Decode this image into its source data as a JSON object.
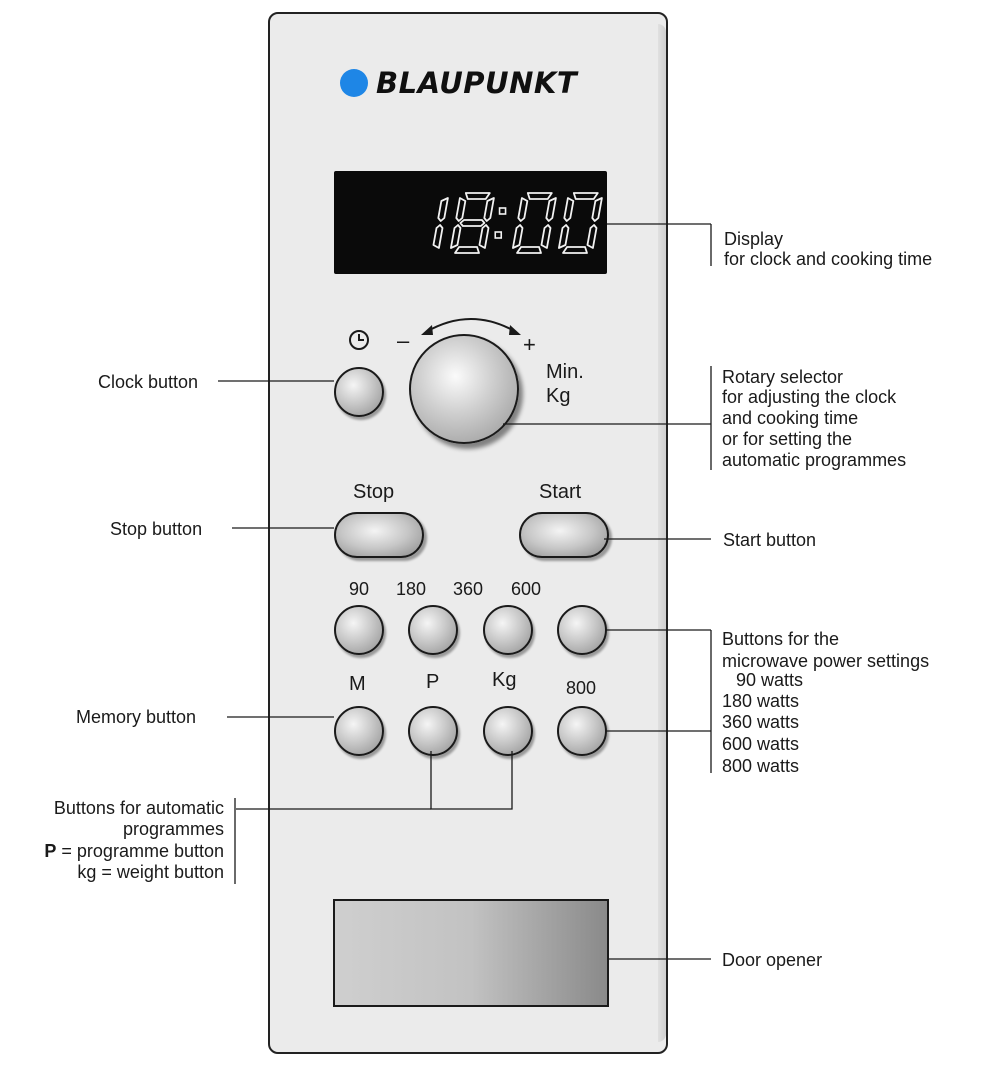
{
  "brand": {
    "name": "BLAUPUNKT",
    "dot_color": "#1e86e6"
  },
  "display": {
    "time": "18:00"
  },
  "panel_labels": {
    "minus": "–",
    "plus": "+",
    "min": "Min.",
    "kg_unit": "Kg",
    "stop": "Stop",
    "start": "Start",
    "power_90": "90",
    "power_180": "180",
    "power_360": "360",
    "power_600": "600",
    "power_800": "800",
    "memory": "M",
    "programme": "P",
    "weight": "Kg"
  },
  "callouts": {
    "display": [
      "Display",
      "for clock and cooking time"
    ],
    "rotary": [
      "Rotary selector",
      "for adjusting the clock",
      "and cooking time",
      "or for setting the",
      "automatic programmes"
    ],
    "clock_button": "Clock button",
    "stop_button": "Stop button",
    "start_button": "Start button",
    "power": [
      "Buttons for the",
      "microwave power settings",
      "90 watts",
      "180 watts",
      "360 watts",
      "600 watts",
      "800 watts"
    ],
    "memory_button": "Memory button",
    "auto": [
      "Buttons for automatic",
      "programmes"
    ],
    "auto_p_key": "P",
    "auto_p_text": " = programme button",
    "auto_kg": "kg = weight button",
    "door_opener": "Door opener"
  },
  "icons": {
    "clock": "clock-icon",
    "rotation": "rotate-arrows-icon"
  }
}
